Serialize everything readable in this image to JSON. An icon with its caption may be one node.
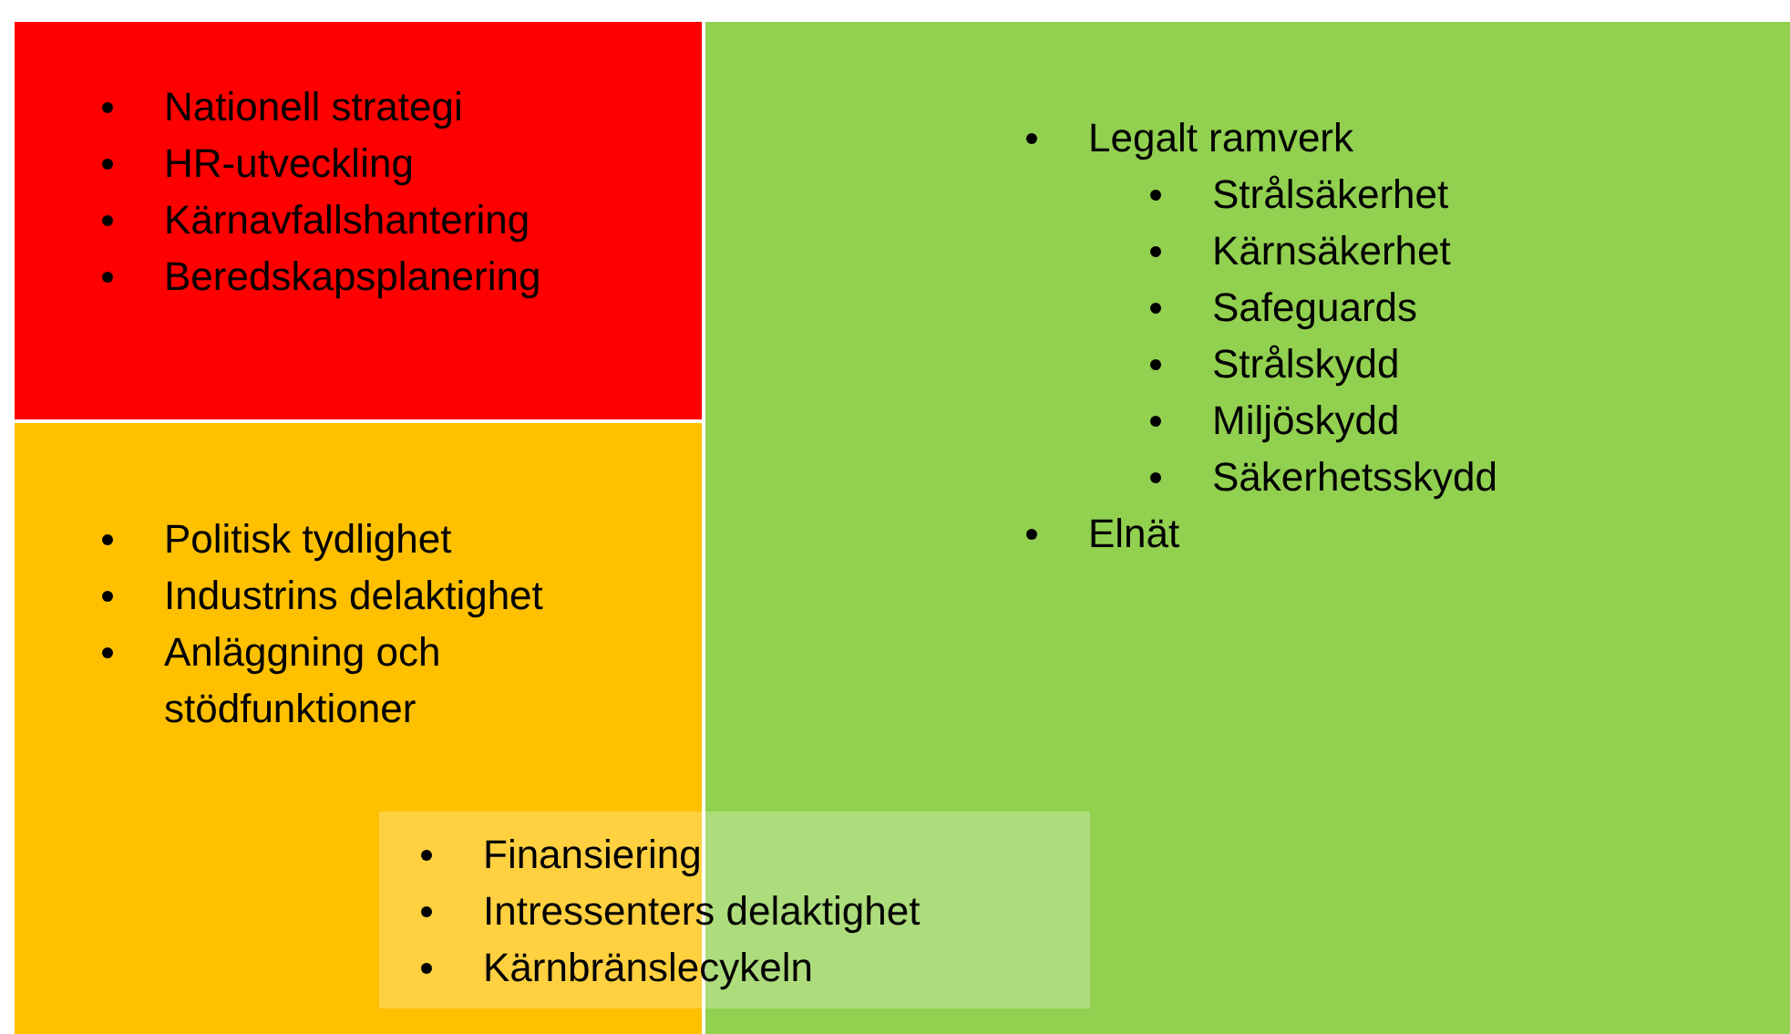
{
  "diagram": {
    "nodes": [
      {
        "text": [
          "Nationell strategi",
          "HR-utveckling",
          "Kärnavfallshantering",
          "Beredskapsplanering"
        ]
      },
      {
        "text": [
          "Politisk tydlighet",
          "Industrins delaktighet",
          "Anläggning och stödfunktioner"
        ]
      },
      {
        "text": [
          "Legalt ramverk",
          "Strålsäkerhet",
          "Kärnsäkerhet",
          "Safeguards",
          "Strålskydd",
          "Miljöskydd",
          "Säkerhetsskydd",
          "Elnät"
        ]
      },
      {
        "text": [
          "Finansiering",
          "Intressenters delaktighet",
          "Kärnbränslecykeln"
        ]
      }
    ]
  }
}
